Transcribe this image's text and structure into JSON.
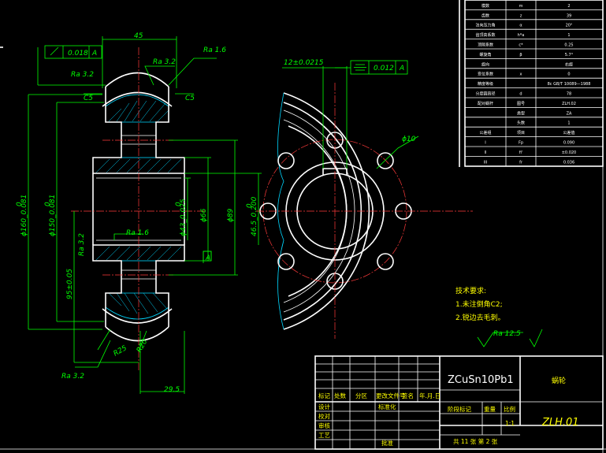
{
  "colors": {
    "background": "#000000",
    "outline": "#ffffff",
    "dimension": "#00ff00",
    "centerline": "#ff3b3b",
    "hatch": "#00d7ff",
    "text": "#ffff00"
  },
  "dims": {
    "width_45": "45",
    "tol_flat": "0.018",
    "datum_a": "A",
    "ra32": "Ra 3.2",
    "ra16": "Ra 1.6",
    "c5a": "C5",
    "c5b": "C5",
    "d160": "ϕ160_0.081",
    "d150": "ϕ150_0.081",
    "d160_top": "0",
    "d150_top": "0",
    "d43": "ϕ43_0.025",
    "d43_top": "0",
    "d66": "ϕ66",
    "d89": "ϕ89",
    "d465": "46.5_0.200",
    "d465_top": "0",
    "d95": "95±0.05",
    "r25": "R25",
    "r20": "R20",
    "w295": "29.5",
    "keyway": "12±0.0215",
    "tol_sym": "0.012",
    "hole": "ϕ10",
    "ra125": "Ra 12.5"
  },
  "notes": {
    "title": "技术要求:",
    "line1": "1.未注倒角C2;",
    "line2": "2.锐边去毛刺。"
  },
  "params": {
    "rows": [
      [
        "模数",
        "m",
        "2"
      ],
      [
        "齿数",
        "z",
        "39"
      ],
      [
        "法向压力角",
        "α",
        "20°"
      ],
      [
        "齿顶高系数",
        "h*a",
        "1"
      ],
      [
        "顶隙系数",
        "c*",
        "0.25"
      ],
      [
        "螺旋角",
        "β",
        "5.7°"
      ],
      [
        "旋向",
        "",
        "右旋"
      ],
      [
        "变位系数",
        "x",
        "0"
      ],
      [
        "精度等级",
        "",
        "8c GB/T 10089—1988"
      ],
      [
        "分度圆直径",
        "d",
        "78"
      ],
      [
        "配对蜗杆",
        "图号",
        "ZLH.02"
      ],
      [
        "",
        "类型",
        "ZA"
      ],
      [
        "",
        "头数",
        "1"
      ],
      [
        "公差组",
        "项目",
        "公差值"
      ],
      [
        "I",
        "Fp",
        "0.090"
      ],
      [
        "II",
        "fi'",
        "±0.020"
      ],
      [
        "III",
        "fr",
        "0.036"
      ]
    ]
  },
  "titleblock": {
    "material": "ZCuSn10Pb1",
    "name": "蜗轮",
    "code": "ZLH.01",
    "scale": "1:1",
    "sheet": "共 11 张  第 2 张",
    "h_biaoji": "标记",
    "h_chushu": "处数",
    "h_fenqu": "分区",
    "h_wenjian": "更改文件号",
    "h_qianming": "签名",
    "h_date": "年.月.日",
    "designer": "设计",
    "std": "标准化",
    "checker": "校对",
    "review": "审核",
    "process": "工艺",
    "approve": "批准",
    "stage": "阶段标记",
    "weight": "重量",
    "ratio": "比例"
  }
}
